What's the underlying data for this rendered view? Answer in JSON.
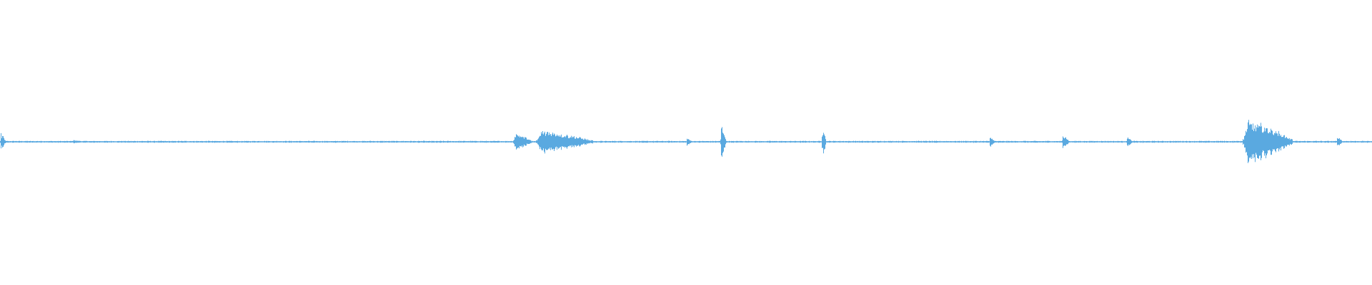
{
  "waveform": {
    "color": "#5aa9e0",
    "background": "#ffffff",
    "duration_normalized": 1.0,
    "baseline_level": 0.005,
    "bursts": [
      {
        "start": 0.0,
        "end": 0.004,
        "peak": 0.055
      },
      {
        "start": 0.053,
        "end": 0.06,
        "peak": 0.012
      },
      {
        "start": 0.374,
        "end": 0.387,
        "peak": 0.06
      },
      {
        "start": 0.391,
        "end": 0.432,
        "peak": 0.08
      },
      {
        "start": 0.5,
        "end": 0.504,
        "peak": 0.025
      },
      {
        "start": 0.525,
        "end": 0.529,
        "peak": 0.11
      },
      {
        "start": 0.599,
        "end": 0.602,
        "peak": 0.09
      },
      {
        "start": 0.721,
        "end": 0.725,
        "peak": 0.04
      },
      {
        "start": 0.774,
        "end": 0.779,
        "peak": 0.05
      },
      {
        "start": 0.821,
        "end": 0.825,
        "peak": 0.04
      },
      {
        "start": 0.906,
        "end": 0.942,
        "peak": 0.15
      },
      {
        "start": 0.974,
        "end": 0.978,
        "peak": 0.04
      }
    ]
  }
}
